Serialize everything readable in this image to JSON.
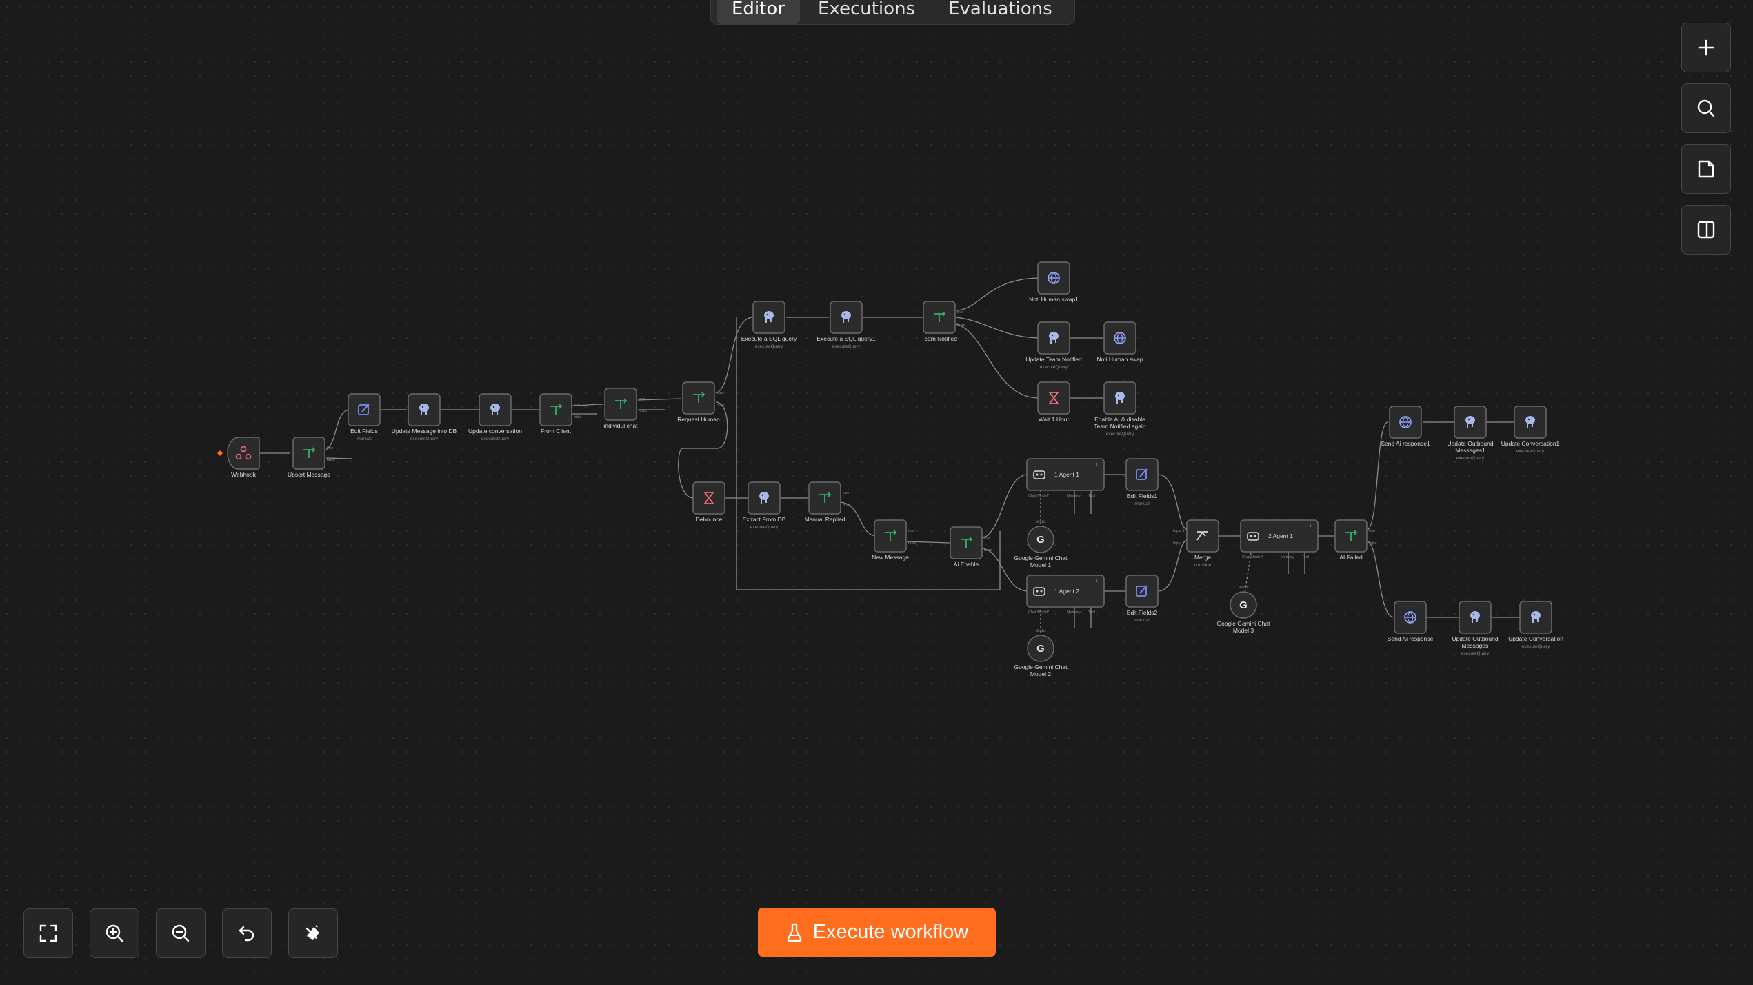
{
  "tabs": [
    {
      "label": "Editor",
      "active": true
    },
    {
      "label": "Executions",
      "active": false
    },
    {
      "label": "Evaluations",
      "active": false
    }
  ],
  "execute_button": {
    "label": "Execute workflow",
    "color": "#ff6d1f"
  },
  "right_toolbar": [
    "plus-icon",
    "search-icon",
    "sticky-note-icon",
    "panel-icon"
  ],
  "bottom_toolbar": [
    "fit-view-icon",
    "zoom-in-icon",
    "zoom-out-icon",
    "undo-icon",
    "clear-icon"
  ],
  "nodes": {
    "webhook": {
      "label": "Webhook",
      "sub": ""
    },
    "upsert": {
      "label": "Upsert Message",
      "sub": ""
    },
    "editfields": {
      "label": "Edit Fields",
      "sub": "manual"
    },
    "updmsg": {
      "label": "Update Message into DB",
      "sub": "executeQuery"
    },
    "updconv": {
      "label": "Update conversation",
      "sub": "executeQuery"
    },
    "fromclient": {
      "label": "From Client",
      "sub": ""
    },
    "indiv": {
      "label": "individul chat",
      "sub": ""
    },
    "reqhuman": {
      "label": "Request Human",
      "sub": ""
    },
    "debounce": {
      "label": "Debounce",
      "sub": ""
    },
    "exsql": {
      "label": "Execute a SQL query",
      "sub": "executeQuery"
    },
    "exsql1": {
      "label": "Execute a SQL query1",
      "sub": "executeQuery"
    },
    "teamnot": {
      "label": "Team Notified",
      "sub": ""
    },
    "notihs1": {
      "label": "Noti Human swap1",
      "sub": ""
    },
    "updteam": {
      "label": "Update Team Notified",
      "sub": "executeQuery"
    },
    "notihs": {
      "label": "Noti Human swap",
      "sub": ""
    },
    "wait": {
      "label": "Wait 1 Hour",
      "sub": ""
    },
    "enableai": {
      "label": "Enable AI & disable Team Notified again",
      "sub": "executeQuery"
    },
    "extract": {
      "label": "Extract From DB",
      "sub": "executeQuery"
    },
    "manual": {
      "label": "Manual Replied",
      "sub": ""
    },
    "newmsg": {
      "label": "New Message",
      "sub": ""
    },
    "aienable": {
      "label": "Ai Enable",
      "sub": ""
    },
    "agent1": {
      "label": "1 Agent 1",
      "sub": ""
    },
    "agent2": {
      "label": "1 Agent 2",
      "sub": ""
    },
    "gem1": {
      "label": "Google Gemini Chat Model 1",
      "sub": ""
    },
    "gem2": {
      "label": "Google Gemini Chat Model 2",
      "sub": ""
    },
    "ef1": {
      "label": "Edit Fields1",
      "sub": "manual"
    },
    "ef2": {
      "label": "Edit Fields2",
      "sub": "manual"
    },
    "merge": {
      "label": "Merge",
      "sub": "combine"
    },
    "agent3": {
      "label": "2 Agent 1",
      "sub": ""
    },
    "gem3": {
      "label": "Google Gemini Chat Model 3",
      "sub": ""
    },
    "aifailed": {
      "label": "AI Failed",
      "sub": ""
    },
    "sendai1": {
      "label": "Send Ai response1",
      "sub": ""
    },
    "updout1": {
      "label": "Update Outbound Messages1",
      "sub": "executeQuery"
    },
    "updconv1": {
      "label": "Update Conversation1",
      "sub": "executeQuery"
    },
    "sendai": {
      "label": "Send Ai response",
      "sub": ""
    },
    "updout": {
      "label": "Update Outbound Messages",
      "sub": "executeQuery"
    },
    "updconv2": {
      "label": "Update Conversation",
      "sub": "executeQuery"
    }
  },
  "ports": {
    "true": "true",
    "false": "false",
    "chat_model": "Chat Model*",
    "memory": "Memory",
    "tool": "Tool",
    "model": "Model",
    "input1": "Input 1",
    "input2": "Input 2",
    "badge": "1"
  },
  "colors": {
    "accent": "#ff6d1f",
    "postgres": "#a8b8e8",
    "branch": "#35b06a",
    "edit": "#7b8cf2",
    "wait": "#f06a7a",
    "http": "#8f9ff5",
    "google": "#e0e0e0"
  }
}
